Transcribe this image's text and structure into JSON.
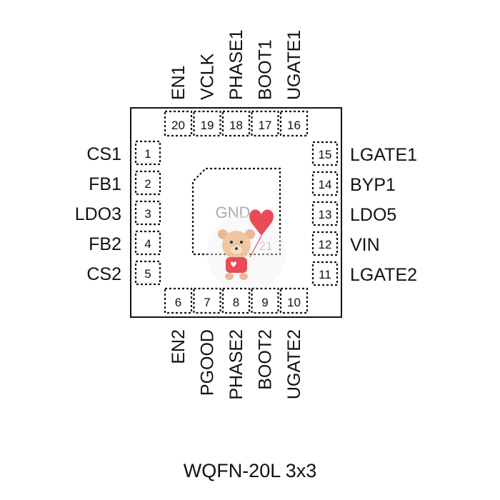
{
  "package_label": "WQFN-20L 3x3",
  "exposed_pad": {
    "label": "GND",
    "number": "21"
  },
  "pins": {
    "left": [
      {
        "num": "1",
        "name": "CS1"
      },
      {
        "num": "2",
        "name": "FB1"
      },
      {
        "num": "3",
        "name": "LDO3"
      },
      {
        "num": "4",
        "name": "FB2"
      },
      {
        "num": "5",
        "name": "CS2"
      }
    ],
    "bottom": [
      {
        "num": "6",
        "name": "EN2"
      },
      {
        "num": "7",
        "name": "PGOOD"
      },
      {
        "num": "8",
        "name": "PHASE2"
      },
      {
        "num": "9",
        "name": "BOOT2"
      },
      {
        "num": "10",
        "name": "UGATE2"
      }
    ],
    "right": [
      {
        "num": "11",
        "name": "LGATE2"
      },
      {
        "num": "12",
        "name": "VIN"
      },
      {
        "num": "13",
        "name": "LDO5"
      },
      {
        "num": "14",
        "name": "BYP1"
      },
      {
        "num": "15",
        "name": "LGATE1"
      }
    ],
    "top": [
      {
        "num": "16",
        "name": "UGATE1"
      },
      {
        "num": "17",
        "name": "BOOT1"
      },
      {
        "num": "18",
        "name": "PHASE1"
      },
      {
        "num": "19",
        "name": "VCLK"
      },
      {
        "num": "20",
        "name": "EN1"
      }
    ]
  },
  "watermark_icon": "teddy-bear-heart-icon",
  "colors": {
    "outline": "#111111",
    "gnd_text": "#aaaaaa",
    "heart": "#e8434f",
    "bear": "#e9b58d"
  }
}
